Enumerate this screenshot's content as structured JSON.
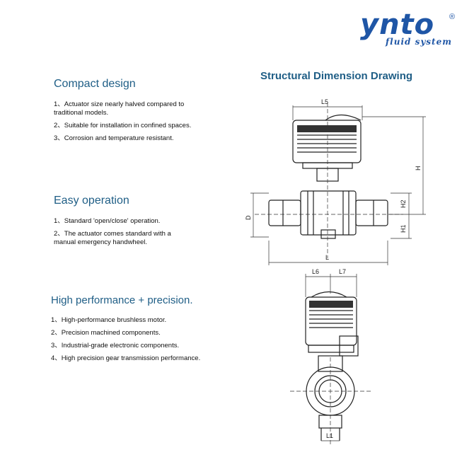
{
  "brand": {
    "name": "ynto",
    "tagline": "fluid system",
    "reg_mark": "®"
  },
  "sections": [
    {
      "title": "Compact design",
      "items": [
        "1、Actuator size nearly halved compared to traditional models.",
        "2、Suitable for installation in confined spaces.",
        "3、Corrosion and temperature resistant."
      ]
    },
    {
      "title": "Easy operation",
      "items": [
        "1、Standard 'open/close' operation.",
        "2、The actuator comes standard with a manual emergency handwheel."
      ]
    },
    {
      "title": "High performance + precision.",
      "items": [
        "1、High-performance brushless motor.",
        "2、Precision machined components.",
        "3、Industrial-grade electronic components.",
        "4、High precision gear transmission performance."
      ]
    }
  ],
  "drawing": {
    "title": "Structural Dimension Drawing",
    "labels": {
      "L5": "L5",
      "H": "H",
      "H2": "H2",
      "H1": "H1",
      "D": "D",
      "L": "L",
      "L6": "L6",
      "L7": "L7",
      "L1": "L1"
    }
  }
}
